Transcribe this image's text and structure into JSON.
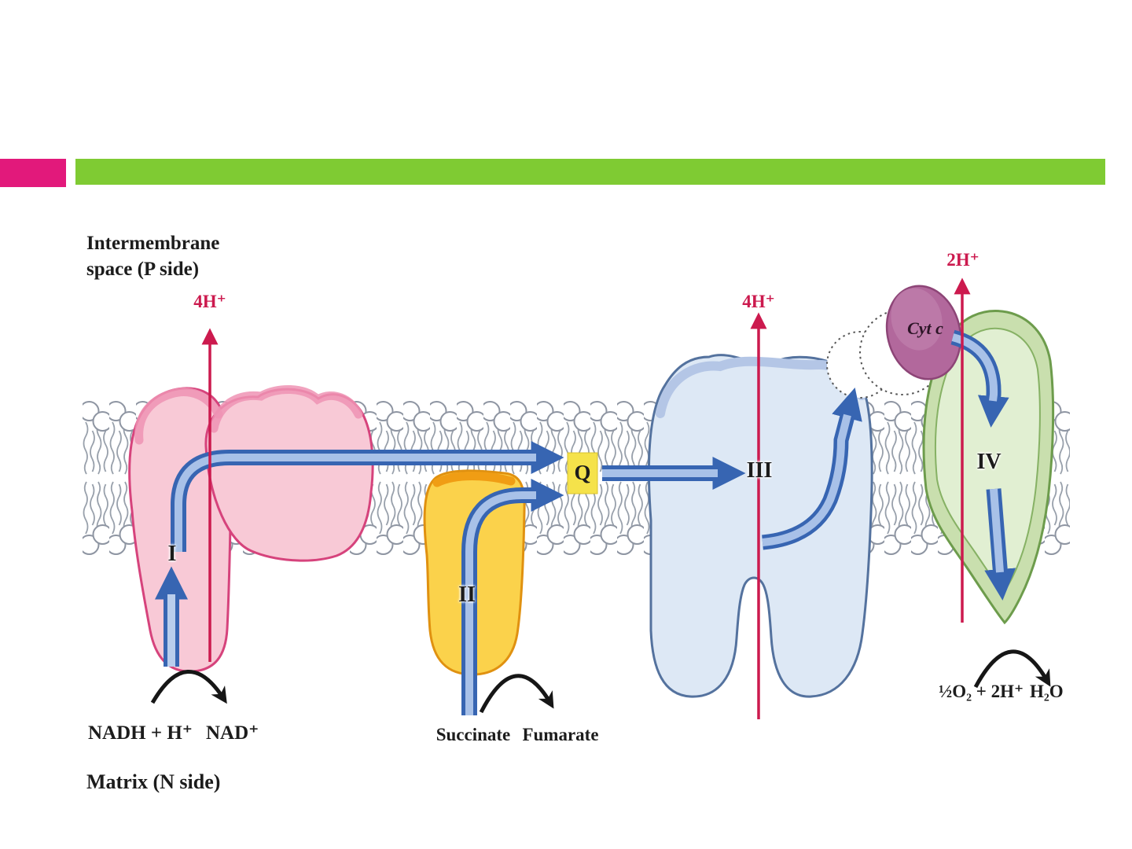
{
  "slide": {
    "accent_pink": "#E2197B",
    "accent_green": "#7FCB33"
  },
  "diagram": {
    "compartment_top_line1": "Intermembrane",
    "compartment_top_line2": "space (P side)",
    "compartment_bottom": "Matrix (N side)",
    "complex_i": "I",
    "complex_ii": "II",
    "complex_iii": "III",
    "complex_iv": "IV",
    "ubiquinone": "Q",
    "cytochrome_c": "Cyt c",
    "protons_complex_i": "4H⁺",
    "protons_complex_iii": "4H⁺",
    "protons_complex_iv": "2H⁺",
    "nadh": "NADH + H⁺",
    "nad": "NAD⁺",
    "succinate": "Succinate",
    "fumarate": "Fumarate",
    "oxygen_reduction": "½O₂ + 2H⁺",
    "water": "H₂O",
    "colors": {
      "proton_arrow_red": "#CC1A4E",
      "electron_arrow_blue": "#3765B2",
      "complex_i_pink": "#F8C9D6",
      "complex_ii_yellow": "#FBD24B",
      "complex_iii_blue": "#DDE8F5",
      "complex_iv_green": "#D9E9C4",
      "cytochrome_c_purple": "#B2689C",
      "q_box_yellow": "#F5E24A",
      "membrane_gray": "#8E95A2"
    }
  }
}
